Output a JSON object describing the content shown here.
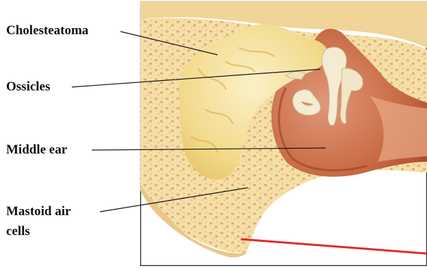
{
  "labels": {
    "cholesteatoma": "Cholesteatoma",
    "ossicles": "Ossicles",
    "middle_ear": "Middle ear",
    "mastoid_line1": "Mastoid air",
    "mastoid_line2": "cells"
  },
  "colors": {
    "bone": "#f5dea8",
    "bone_dark": "#e6c37e",
    "canal_red": "#b8502e",
    "middle_ear": "#c96c45",
    "cholesteatoma": "#f6e29a",
    "ossicle": "#f4ecd2",
    "pointer_red": "#e02b2b",
    "leader": "#111111",
    "frame": "#222222"
  }
}
